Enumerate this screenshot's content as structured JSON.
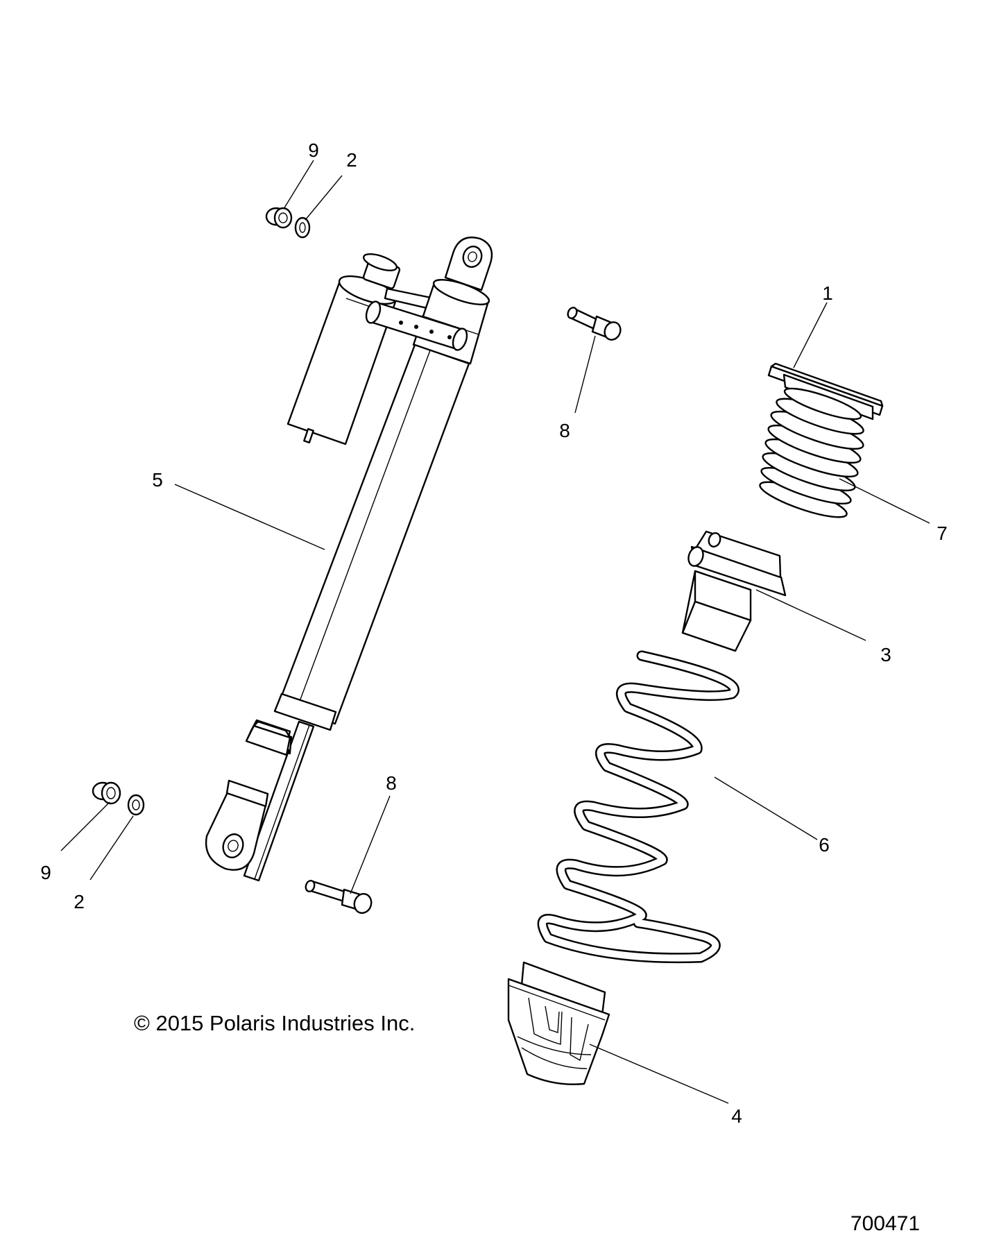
{
  "diagram": {
    "callouts": [
      {
        "id": "c-9-top",
        "label": "9"
      },
      {
        "id": "c-2-top",
        "label": "2"
      },
      {
        "id": "c-1",
        "label": "1"
      },
      {
        "id": "c-8-top",
        "label": "8"
      },
      {
        "id": "c-5",
        "label": "5"
      },
      {
        "id": "c-7",
        "label": "7"
      },
      {
        "id": "c-3",
        "label": "3"
      },
      {
        "id": "c-8-bottom",
        "label": "8"
      },
      {
        "id": "c-6",
        "label": "6"
      },
      {
        "id": "c-9-bottom",
        "label": "9"
      },
      {
        "id": "c-2-bottom",
        "label": "2"
      },
      {
        "id": "c-4",
        "label": "4"
      }
    ],
    "copyright": "© 2015 Polaris Industries Inc.",
    "drawing_number": "700471"
  }
}
